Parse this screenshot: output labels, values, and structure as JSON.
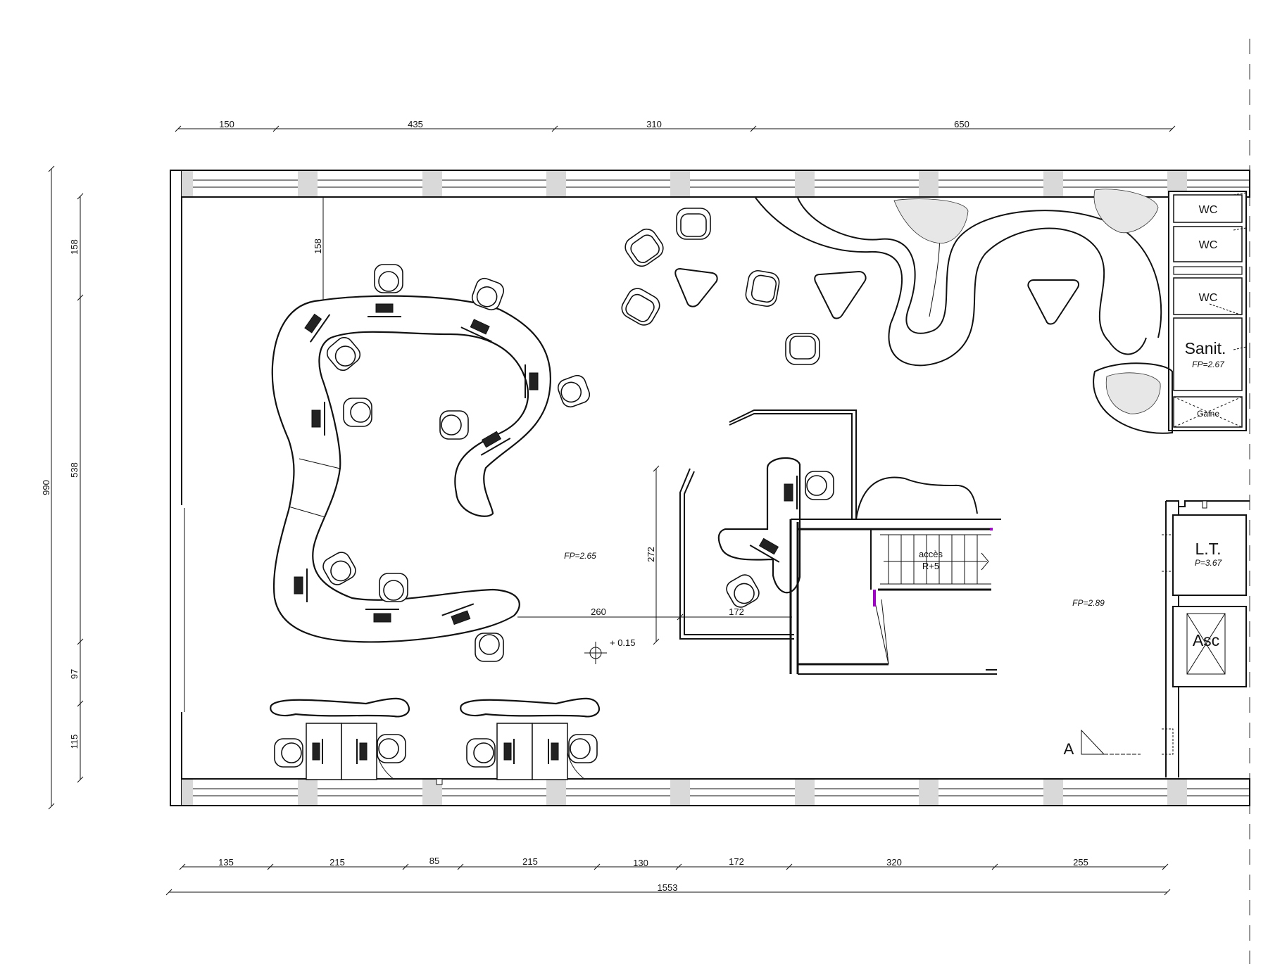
{
  "dimensions": {
    "top": [
      "150",
      "435",
      "310",
      "650"
    ],
    "bottom": [
      "135",
      "215",
      "85",
      "215",
      "130",
      "172",
      "320",
      "255"
    ],
    "total_width": "1553",
    "left_total": "990",
    "left_parts": [
      "158",
      "538",
      "97",
      "115"
    ],
    "interior": {
      "top_gap": "158",
      "partition_height": "272",
      "desk_to_partition": "260",
      "partition_to_stair": "172"
    }
  },
  "rooms": {
    "wc1": "WC",
    "wc2": "WC",
    "wc3": "WC",
    "sanit": "Sanit.",
    "sanit_level": "FP=2.67",
    "gaine": "Gaine",
    "lt": "L.T.",
    "lt_level": "P=3.67",
    "asc": "Asc"
  },
  "levels": {
    "office_left": "FP=2.65",
    "office_right": "FP=2.89",
    "spot": "+ 0.15"
  },
  "stair": {
    "line1": "accès",
    "line2": "R+5"
  },
  "section_marker": "A"
}
